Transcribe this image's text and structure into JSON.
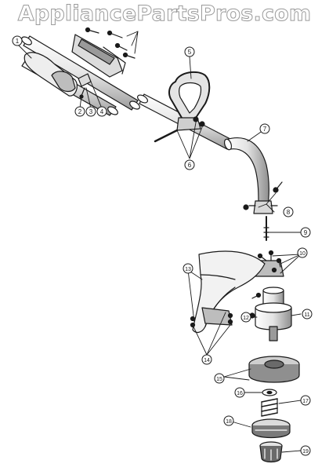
{
  "watermark": "AppliancePartsPros.com",
  "callouts": [
    {
      "n": "1",
      "label": "1"
    },
    {
      "n": "2",
      "label": "2"
    },
    {
      "n": "3",
      "label": "3"
    },
    {
      "n": "4",
      "label": "4"
    },
    {
      "n": "5",
      "label": "5"
    },
    {
      "n": "6",
      "label": "6"
    },
    {
      "n": "7",
      "label": "7"
    },
    {
      "n": "8",
      "label": "8"
    },
    {
      "n": "9",
      "label": "9"
    },
    {
      "n": "10",
      "label": "10"
    },
    {
      "n": "11",
      "label": "11"
    },
    {
      "n": "12",
      "label": "12"
    },
    {
      "n": "13",
      "label": "13"
    },
    {
      "n": "14",
      "label": "14"
    },
    {
      "n": "15",
      "label": "15"
    },
    {
      "n": "16",
      "label": "16"
    },
    {
      "n": "17",
      "label": "17"
    },
    {
      "n": "18",
      "label": "18"
    },
    {
      "n": "19",
      "label": "19"
    }
  ],
  "colors": {
    "line": "#1a1a1a",
    "fill": "#ffffff",
    "shade": "#cfcfcf",
    "dark": "#6a6a6a",
    "watermark_stroke": "#9a9a9a"
  }
}
